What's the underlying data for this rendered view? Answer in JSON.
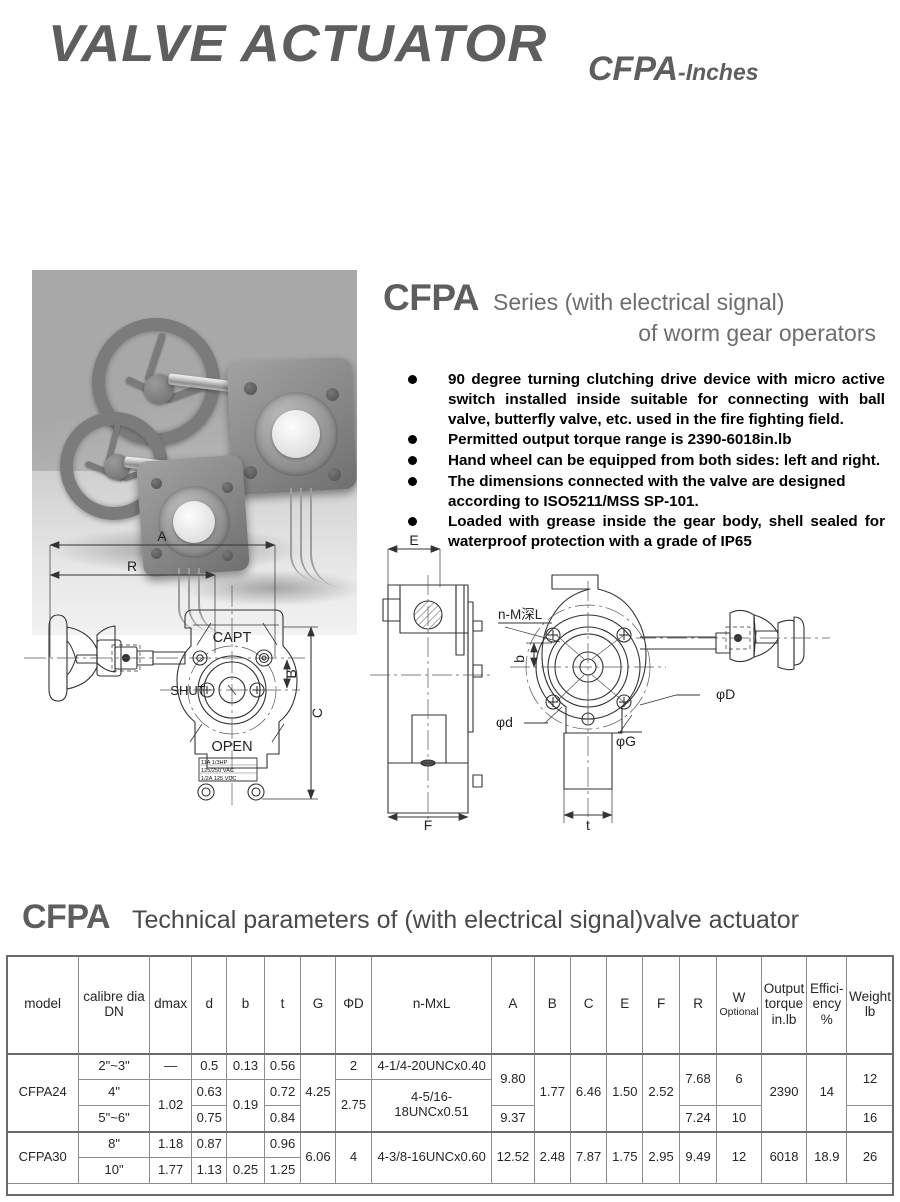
{
  "masthead": {
    "title": "VALVE ACTUATOR",
    "series": "CFPA",
    "unit": "-Inches"
  },
  "intro": {
    "brand": "CFPA",
    "series_line1": "Series (with electrical signal)",
    "series_line2": "of worm gear operators",
    "bullets": [
      "90 degree turning clutching drive device with micro active switch installed inside suitable for connecting with ball valve, butterfly valve, etc. used in the fire fighting field.",
      "Permitted output torque range is 2390-6018in.lb",
      "Hand wheel can be equipped from both sides: left and right.",
      "The dimensions connected with the valve are designed according to ISO5211/MSS SP-101.",
      "Loaded with grease inside the gear body, shell sealed for waterproof protection with a grade of IP65"
    ]
  },
  "drawing": {
    "labels": {
      "A": "A",
      "R": "R",
      "B": "B",
      "C": "C",
      "E": "E",
      "F": "F",
      "b": "b",
      "t": "t",
      "phiD": "φD",
      "phid": "φd",
      "phiG": "φG",
      "nML": "n-M深L",
      "capt": "CAPT",
      "shut": "SHUT",
      "open": "OPEN"
    },
    "nameplate": [
      "11A 1/3HP",
      "125/250 VAC",
      "1/2A 125 VDC"
    ]
  },
  "table_section": {
    "brand": "CFPA",
    "title": "Technical parameters of (with electrical signal)valve actuator",
    "headers": {
      "model": "model",
      "calibre_line1": "calibre dia",
      "calibre_line2": "DN",
      "dmax": "dmax",
      "d": "d",
      "b": "b",
      "t": "t",
      "G": "G",
      "phiD": "ΦD",
      "nMxL": "n-MxL",
      "A": "A",
      "B": "B",
      "C": "C",
      "E": "E",
      "F": "F",
      "R": "R",
      "W": "W",
      "W_sub": "Optional",
      "output_l1": "Output",
      "output_l2": "torque",
      "output_l3": "in.lb",
      "eff_l1": "Effici-",
      "eff_l2": "ency",
      "eff_l3": "%",
      "weight_l1": "Weight",
      "weight_l2": "lb"
    },
    "rows": {
      "model_cfpa24": "CFPA24",
      "model_cfpa30": "CFPA30",
      "dn_r1": "2\"~3\"",
      "dn_r2": "4\"",
      "dn_r3": "5\"~6\"",
      "dn_r4": "8\"",
      "dn_r5": "10\"",
      "dmax_r1": "—",
      "dmax_r23": "1.02",
      "dmax_r4": "1.18",
      "dmax_r5": "1.77",
      "d_r1": "0.5",
      "d_r2": "0.63",
      "d_r3": "0.75",
      "d_r4": "0.87",
      "d_r5": "1.13",
      "b_r1": "0.13",
      "b_r23": "0.19",
      "b_r5": "0.25",
      "t_r1": "0.56",
      "t_r2": "0.72",
      "t_r3": "0.84",
      "t_r4": "0.96",
      "t_r5": "1.25",
      "G_24": "4.25",
      "G_30": "6.06",
      "phiD_r1": "2",
      "phiD_r23": "2.75",
      "phiD_30": "4",
      "nMxL_r1": "4-1/4-20UNCx0.40",
      "nMxL_r23": "4-5/16-18UNCx0.51",
      "nMxL_30": "4-3/8-16UNCx0.60",
      "A_r12": "9.80",
      "A_r3": "9.37",
      "A_30": "12.52",
      "B_24": "1.77",
      "B_30": "2.48",
      "C_24": "6.46",
      "C_30": "7.87",
      "E_24": "1.50",
      "E_30": "1.75",
      "F_24": "2.52",
      "F_30": "2.95",
      "R_r12": "7.68",
      "R_r3": "7.24",
      "R_30": "9.49",
      "W_r12": "6",
      "W_r3": "10",
      "W_30": "12",
      "torque_24": "2390",
      "torque_30": "6018",
      "eff_24": "14",
      "eff_30": "18.9",
      "weight_r12": "12",
      "weight_r3": "16",
      "weight_30": "26"
    }
  }
}
